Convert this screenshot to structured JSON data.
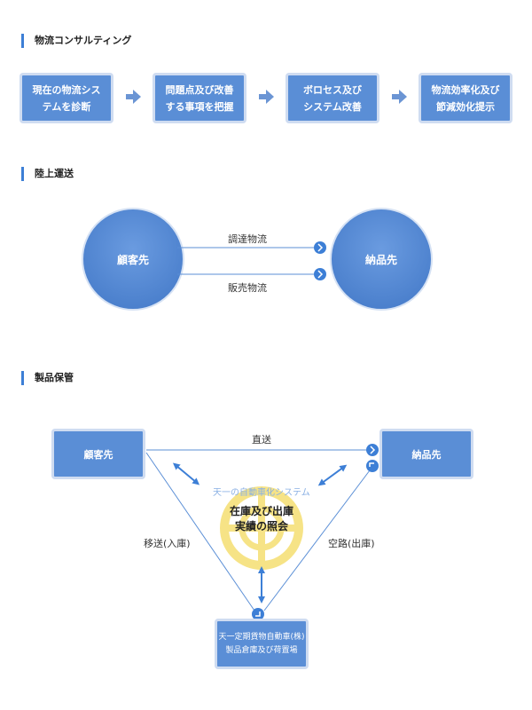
{
  "consulting": {
    "title": "物流コンサルティング",
    "steps": [
      "現在の物流シス\nテムを診断",
      "問題点及び改善\nする事項を把握",
      "ボロセス及び\nシステム改善",
      "物流効率化及び\n節減効化提示"
    ]
  },
  "land": {
    "title": "陸上運送",
    "left_circle": "顧客先",
    "right_circle": "納品先",
    "top_line": "調達物流",
    "bottom_line": "販売物流"
  },
  "storage": {
    "title": "製品保管",
    "customer": "顧客先",
    "delivery": "納品先",
    "direct": "直送",
    "left_edge": "移送(入庫)",
    "right_edge": "空路(出庫)",
    "system_label": "天一の自動車化システム",
    "center_line1": "在庫及び出庫",
    "center_line2": "実績の照会",
    "warehouse_line1": "天一定期貨物自動車(株)",
    "warehouse_line2": "製品倉庫及び荷置場"
  },
  "colors": {
    "accent": "#3d7fd6",
    "box": "#5a8ed6",
    "box_border": "#cfdcf1",
    "emblem": "#f6e07a",
    "line": "#5b8fd6"
  }
}
